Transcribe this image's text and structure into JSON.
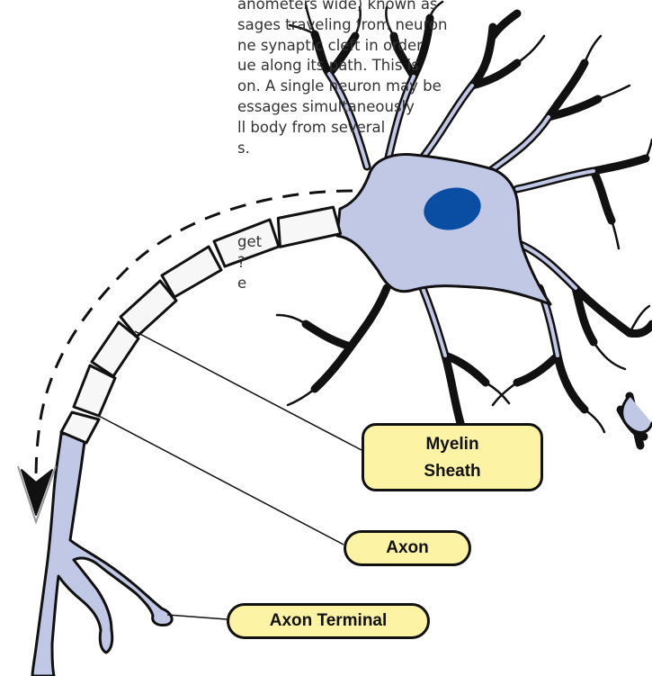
{
  "text": {
    "lines": [
      "anometers wide) known as",
      "sages traveling from neuron",
      "ne synaptic cleft in order",
      "ue along its path. This is",
      "on. A single neuron may be",
      "essages simultaneously",
      "ll body from several",
      "s."
    ],
    "fragment_lines": [
      "get",
      "?",
      "e"
    ]
  },
  "labels": {
    "myelin_line1": "Myelin",
    "myelin_line2": "Sheath",
    "axon": "Axon",
    "axon_terminal": "Axon Terminal"
  },
  "colors": {
    "cell": "#c0c8e6",
    "nucleus": "#0a4ea4",
    "outline": "#111111",
    "myelin": "#f7f7f7",
    "label_fill": "#fdf3a4",
    "body_text": "#333333"
  }
}
